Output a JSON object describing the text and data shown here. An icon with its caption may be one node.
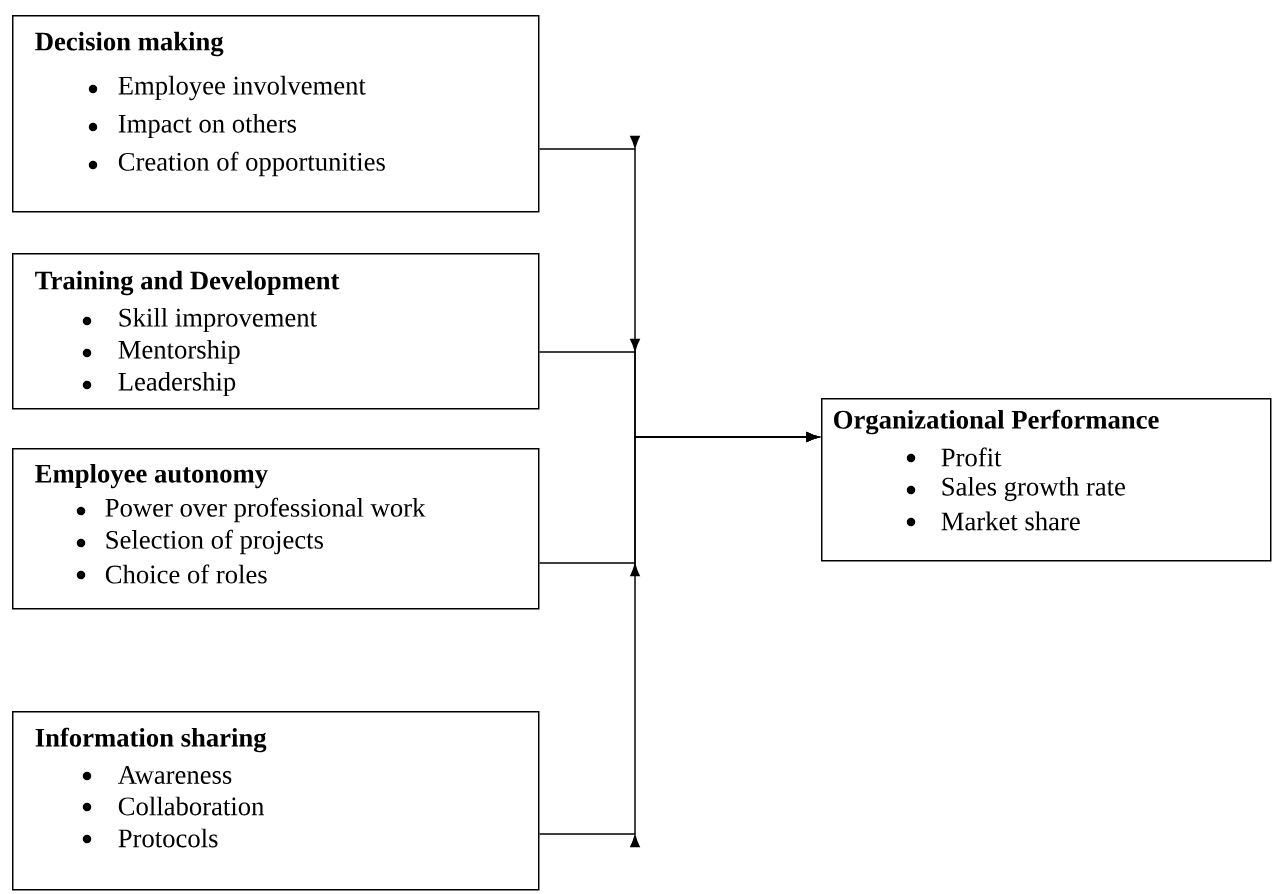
{
  "diagram": {
    "nodes": [
      {
        "text": [
          "Decision making",
          "Employee involvement",
          "Impact on others",
          "Creation of opportunities"
        ]
      },
      {
        "text": [
          "Training and Development",
          "Skill improvement",
          "Mentorship",
          "Leadership"
        ]
      },
      {
        "text": [
          "Employee autonomy",
          "Power over professional work",
          "Selection of projects",
          "Choice of roles"
        ]
      },
      {
        "text": [
          "Information sharing",
          "Awareness",
          "Collaboration",
          "Protocols"
        ]
      },
      {
        "text": [
          "Organizational Performance",
          "Profit",
          "Sales growth rate",
          "Market share"
        ]
      }
    ],
    "edges": [
      {
        "from": 0,
        "to": 4,
        "arrow": "to"
      },
      {
        "from": 1,
        "to": 4,
        "arrow": "to"
      },
      {
        "from": 2,
        "to": 4,
        "arrow": "to"
      },
      {
        "from": 3,
        "to": 4,
        "arrow": "to"
      }
    ]
  }
}
